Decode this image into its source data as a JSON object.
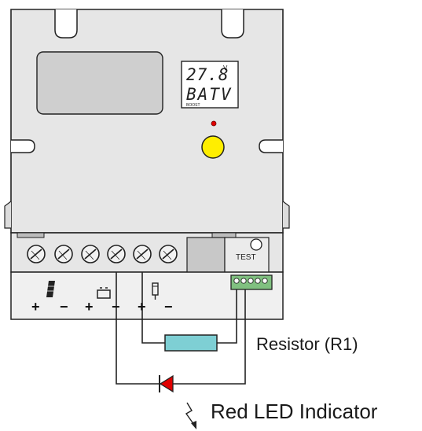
{
  "display": {
    "line1": "27.8",
    "unit": "V",
    "line2": "BATV",
    "mode": "BOOST"
  },
  "test_button": {
    "label": "TEST"
  },
  "terminals": {
    "signs": [
      "+",
      "−",
      "+",
      "−",
      "+",
      "−"
    ]
  },
  "annotations": {
    "resistor": "Resistor (R1)",
    "led": "Red LED Indicator"
  },
  "colors": {
    "body": "#e6e6e6",
    "button": "#ffee00",
    "led": "#e00000",
    "resistor": "#7ecfd4",
    "connector": "#80c080"
  }
}
